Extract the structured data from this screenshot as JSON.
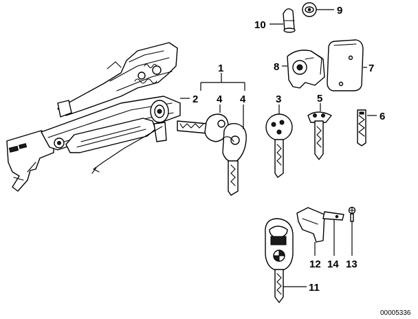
{
  "callouts": {
    "c1": "1",
    "c2": "2",
    "c3": "3",
    "c4a": "4",
    "c4b": "4",
    "c5": "5",
    "c6": "6",
    "c7": "7",
    "c8": "8",
    "c9": "9",
    "c10": "10",
    "c11": "11",
    "c12": "12",
    "c13": "13",
    "c14": "14"
  },
  "doc_id": "00005336"
}
